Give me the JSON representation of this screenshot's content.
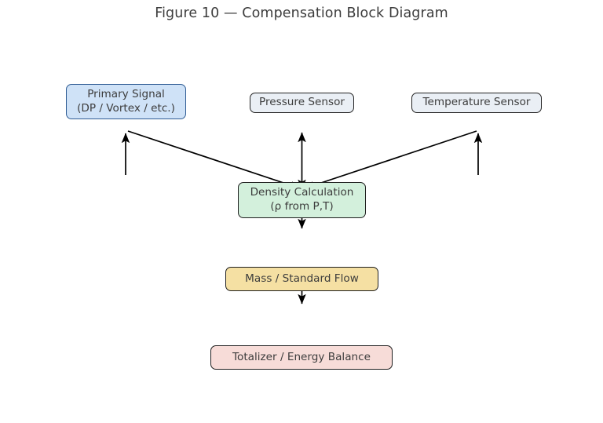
{
  "figure": {
    "title": "Figure 10 — Compensation Block Diagram",
    "background_color": "#ffffff",
    "title_color": "#3c3c3c",
    "edge_color": "#000000"
  },
  "nodes": {
    "primary_signal": {
      "line1": "Primary Signal",
      "line2": "(DP / Vortex / etc.)",
      "fill": "#cfe2f7",
      "border": "#2f5c94"
    },
    "pressure_sensor": {
      "label": "Pressure Sensor",
      "fill": "#eaeff5",
      "border": "#232323"
    },
    "temperature_sensor": {
      "label": "Temperature Sensor",
      "fill": "#eaeff5",
      "border": "#232323"
    },
    "density_calculation": {
      "line1": "Density Calculation",
      "line2": "(ρ from P,T)",
      "fill": "#d3f0dc",
      "border": "#1e1e1e"
    },
    "mass_standard_flow": {
      "label": "Mass / Standard Flow",
      "fill": "#f5e0a3",
      "border": "#1f1f1f"
    },
    "totalizer_energy_balance": {
      "label": "Totalizer / Energy Balance",
      "fill": "#f7dcd8",
      "border": "#1f1f1f"
    }
  },
  "chart_data": {
    "type": "diagram",
    "title": "Figure 10 — Compensation Block Diagram",
    "nodes": [
      {
        "id": "primary_signal",
        "label": "Primary Signal (DP / Vortex / etc.)",
        "color": "#cfe2f7"
      },
      {
        "id": "pressure_sensor",
        "label": "Pressure Sensor",
        "color": "#eaeff5"
      },
      {
        "id": "temperature_sensor",
        "label": "Temperature Sensor",
        "color": "#eaeff5"
      },
      {
        "id": "density_calculation",
        "label": "Density Calculation (ρ from P,T)",
        "color": "#d3f0dc"
      },
      {
        "id": "mass_standard_flow",
        "label": "Mass / Standard Flow",
        "color": "#f5e0a3"
      },
      {
        "id": "totalizer_energy_balance",
        "label": "Totalizer / Energy Balance",
        "color": "#f7dcd8"
      }
    ],
    "edges": [
      {
        "from": "primary_signal",
        "to": "density_calculation",
        "style": "diagonal-arrow"
      },
      {
        "from": "pressure_sensor",
        "to": "density_calculation",
        "style": "double-headed-vertical-arrow"
      },
      {
        "from": "temperature_sensor",
        "to": "density_calculation",
        "style": "diagonal-arrow"
      },
      {
        "from": "density_calculation",
        "to": "mass_standard_flow",
        "style": "vertical-arrow"
      },
      {
        "from": "mass_standard_flow",
        "to": "totalizer_energy_balance",
        "style": "vertical-arrow"
      },
      {
        "from": "left-riser",
        "to": "primary_signal",
        "style": "vertical-arrow-up"
      },
      {
        "from": "right-riser",
        "to": "temperature_sensor",
        "style": "vertical-arrow-up"
      }
    ]
  }
}
